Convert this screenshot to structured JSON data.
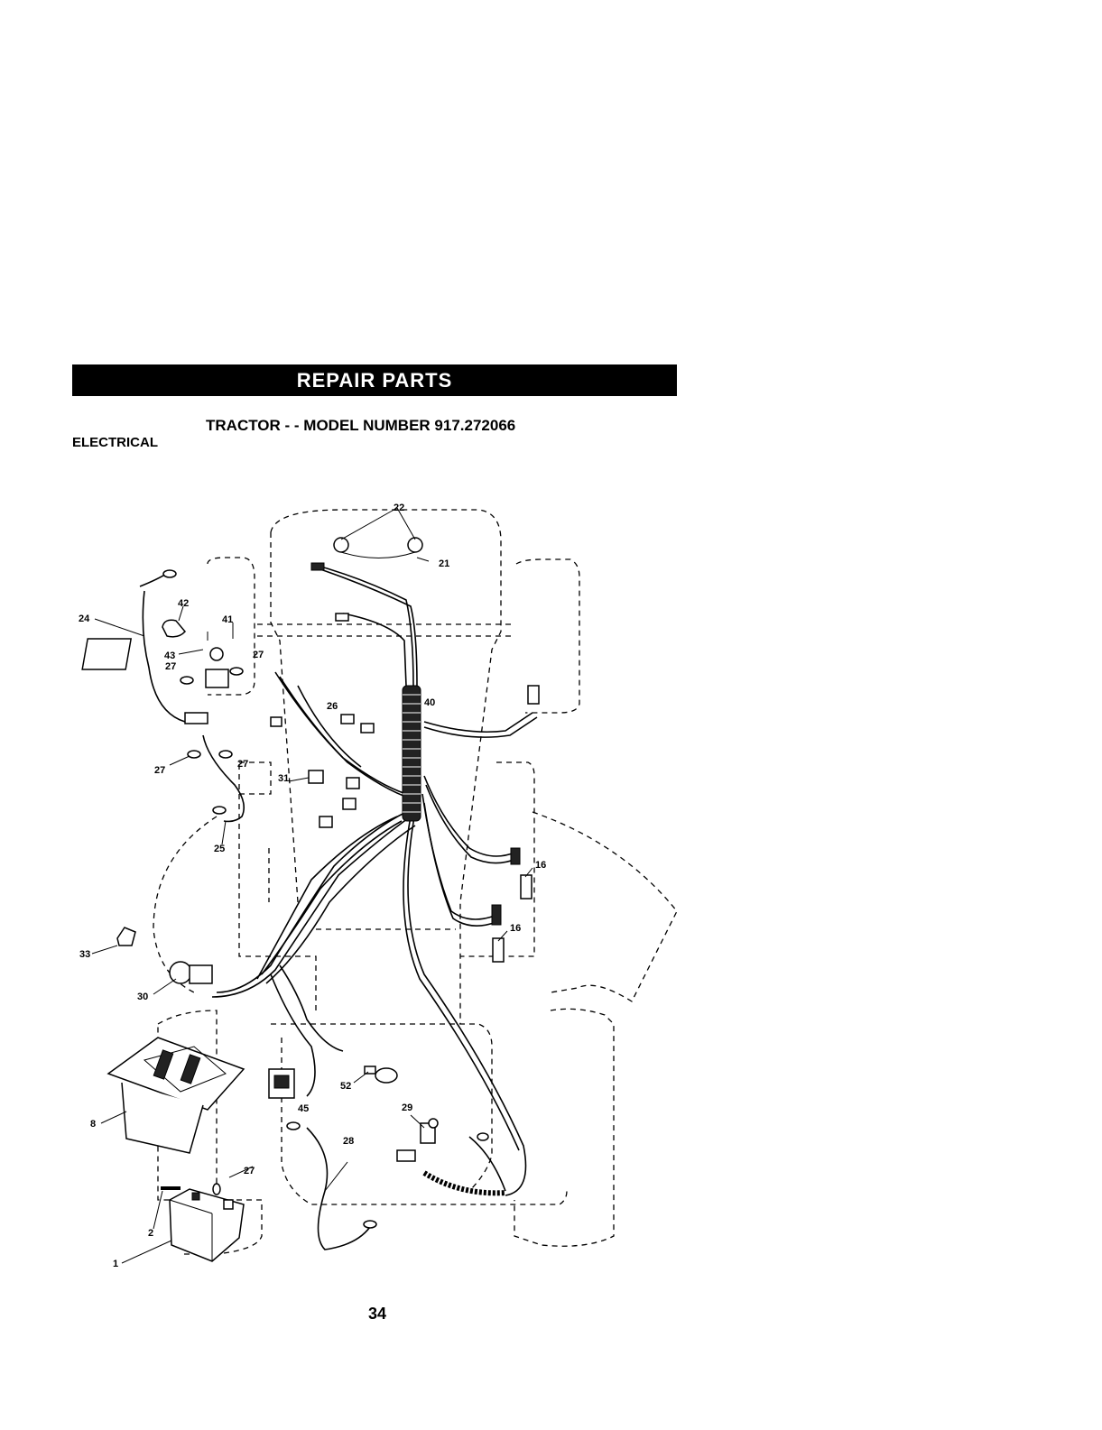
{
  "header": {
    "banner": "REPAIR PARTS",
    "subtitle": "TRACTOR - - MODEL NUMBER 917.272066",
    "section": "ELECTRICAL"
  },
  "callouts": {
    "c1": "1",
    "c2": "2",
    "c8": "8",
    "c16a": "16",
    "c16b": "16",
    "c21": "21",
    "c22": "22",
    "c24": "24",
    "c25": "25",
    "c26": "26",
    "c27a": "27",
    "c27b": "27",
    "c27c": "27",
    "c27d": "27",
    "c27e": "27",
    "c28": "28",
    "c29": "29",
    "c30": "30",
    "c31": "31",
    "c33": "33",
    "c40": "40",
    "c41": "41",
    "c42": "42",
    "c43": "43",
    "c45": "45",
    "c52": "52"
  },
  "footer": {
    "page_number": "34"
  }
}
